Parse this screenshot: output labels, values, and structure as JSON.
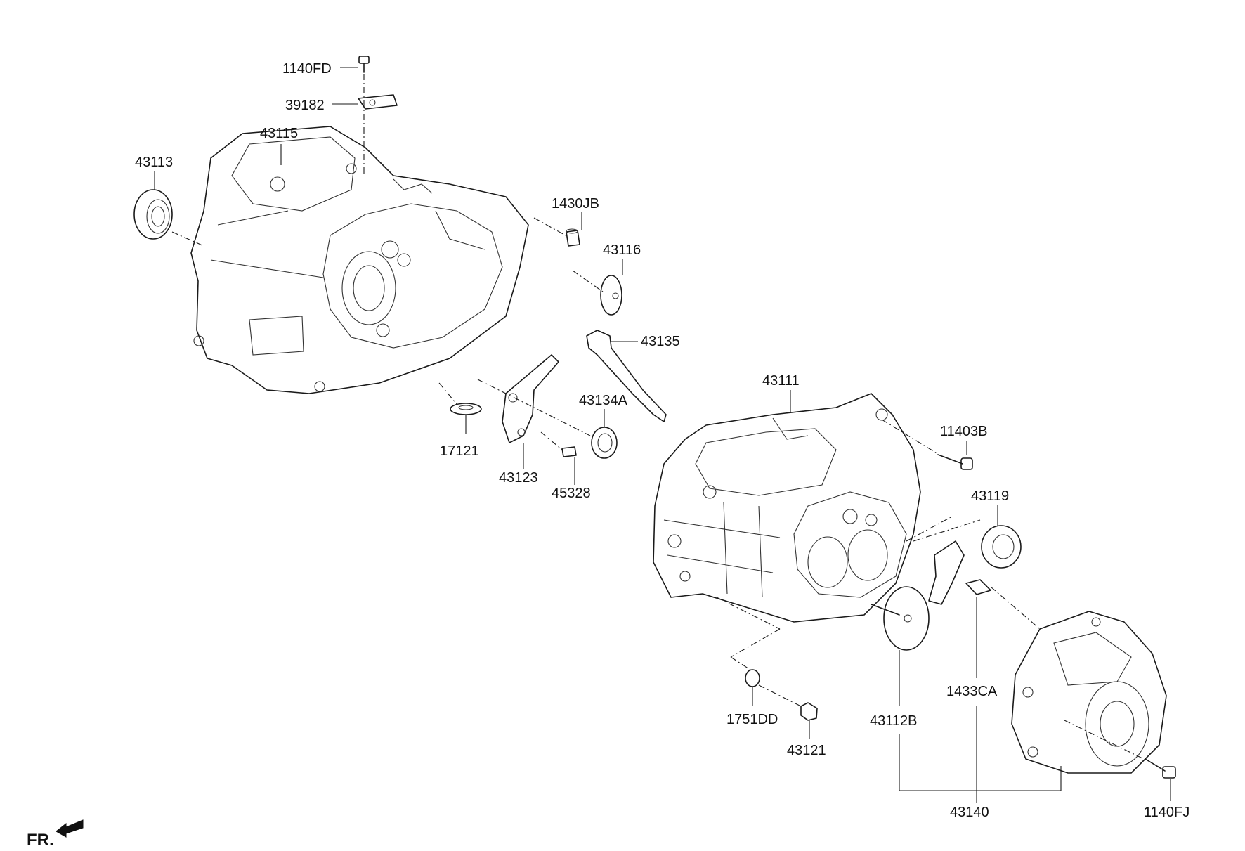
{
  "callouts": {
    "p1140FD": "1140FD",
    "p39182": "39182",
    "p43115": "43115",
    "p43113": "43113",
    "p1430JB": "1430JB",
    "p43116": "43116",
    "p43135": "43135",
    "p43134A": "43134A",
    "p17121": "17121",
    "p43123": "43123",
    "p45328": "45328",
    "p43111": "43111",
    "p11403B": "11403B",
    "p43119": "43119",
    "p1433CA": "1433CA",
    "p1751DD": "1751DD",
    "p43121": "43121",
    "p43112B": "43112B",
    "p43140": "43140",
    "p1140FJ": "1140FJ"
  },
  "direction": {
    "label": "FR.",
    "icon": "front-direction-arrow-icon"
  }
}
